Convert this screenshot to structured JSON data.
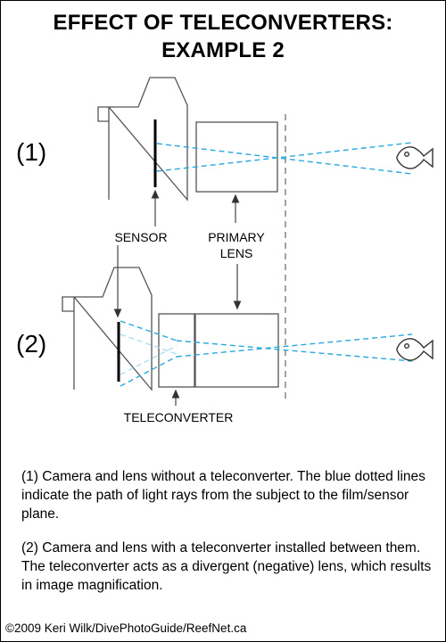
{
  "title": {
    "line1": "EFFECT OF TELECONVERTERS:",
    "line2": "EXAMPLE 2"
  },
  "diagram": {
    "config1_number": "(1)",
    "config2_number": "(2)",
    "sensor_label": "SENSOR",
    "primary_lens_label_line1": "PRIMARY",
    "primary_lens_label_line2": "LENS",
    "teleconverter_label": "TELECONVERTER",
    "colors": {
      "outline": "#555555",
      "light_rays": "#29a8df",
      "light_rays_faint": "#a9dcf2",
      "sensor": "#000000"
    },
    "icons": [
      "camera-body-icon",
      "primary-lens-icon",
      "teleconverter-icon",
      "fish-icon",
      "sensor-icon"
    ]
  },
  "description": {
    "config1": "(1) Camera and lens without a teleconverter. The blue dotted lines indicate the path of light rays from the subject to the film/sensor plane.",
    "config2": "(2) Camera and lens with a teleconverter installed between them. The teleconverter acts as a divergent (negative) lens, which results in image magnification."
  },
  "credit": "©2009 Keri Wilk/DivePhotoGuide/ReefNet.ca"
}
